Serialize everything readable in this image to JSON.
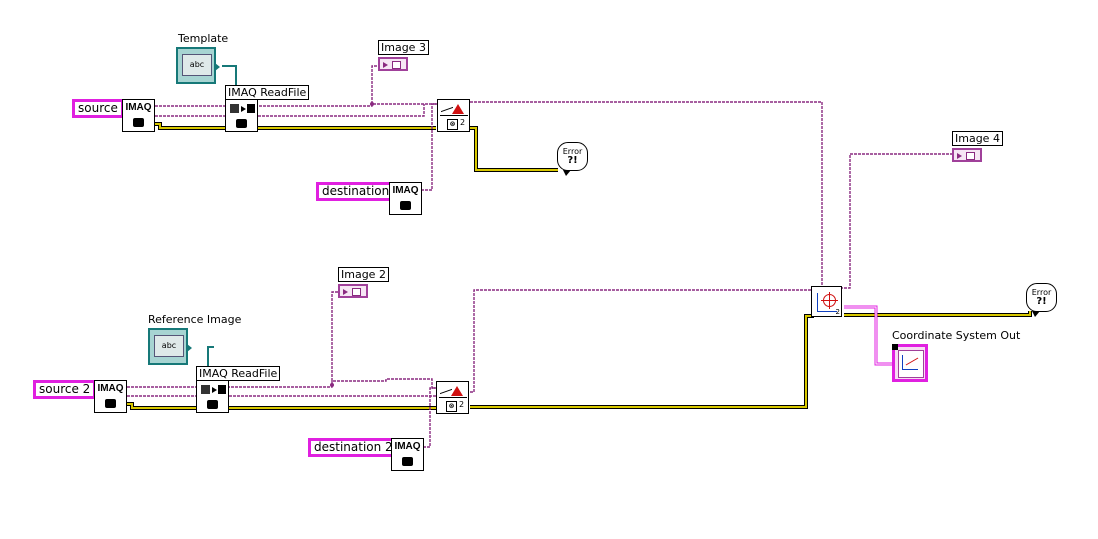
{
  "labels": {
    "template": "Template",
    "reference_image": "Reference Image",
    "readfile_1": "IMAQ ReadFile",
    "readfile_2": "IMAQ ReadFile",
    "image3": "Image 3",
    "image2": "Image 2",
    "image4": "Image 4",
    "coord_out": "Coordinate System Out"
  },
  "controls": {
    "source": "source",
    "source2": "source 2",
    "destination": "destination",
    "destination2": "destination 2"
  },
  "nodes": {
    "imaq_text": "IMAQ",
    "path_text": "abc",
    "match_count_1": "2",
    "match_count_2": "2",
    "coord_count": "2",
    "error_text": "Error",
    "error_mark": "?!"
  },
  "colors": {
    "image_wire": "#8a2a80",
    "error_wire": "#d8c800",
    "path_wire": "#167878",
    "control_border": "#e020e0"
  }
}
